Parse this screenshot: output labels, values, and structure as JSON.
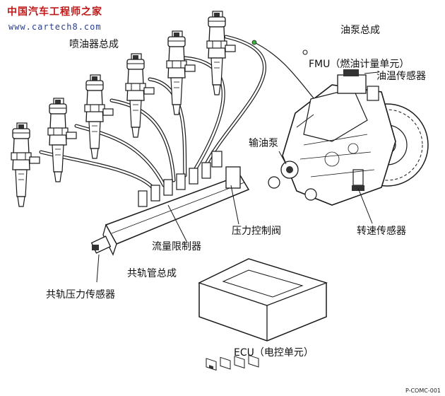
{
  "watermark": {
    "site_name": "中国汽车工程师之家",
    "url": "www.cartech8.com"
  },
  "labels": {
    "injector_assembly": "喷油器总成",
    "pump_assembly": "油泵总成",
    "fmu": "FMU（燃油计量单元）",
    "oil_temp_sensor": "油温传感器",
    "feed_pump": "输油泵",
    "pressure_control_valve": "压力控制阀",
    "speed_sensor": "转速传感器",
    "flow_limiter": "流量限制器",
    "common_rail_assembly": "共轨管总成",
    "rail_pressure_sensor": "共轨压力传感器",
    "ecu": "ECU（电控单元）"
  },
  "figure_code": "P-COMC-001",
  "colors": {
    "line": "#1a1a1a",
    "watermark_red": "#c01818",
    "watermark_blue": "#2a3f8f",
    "connector_dot": "#3cb043"
  }
}
